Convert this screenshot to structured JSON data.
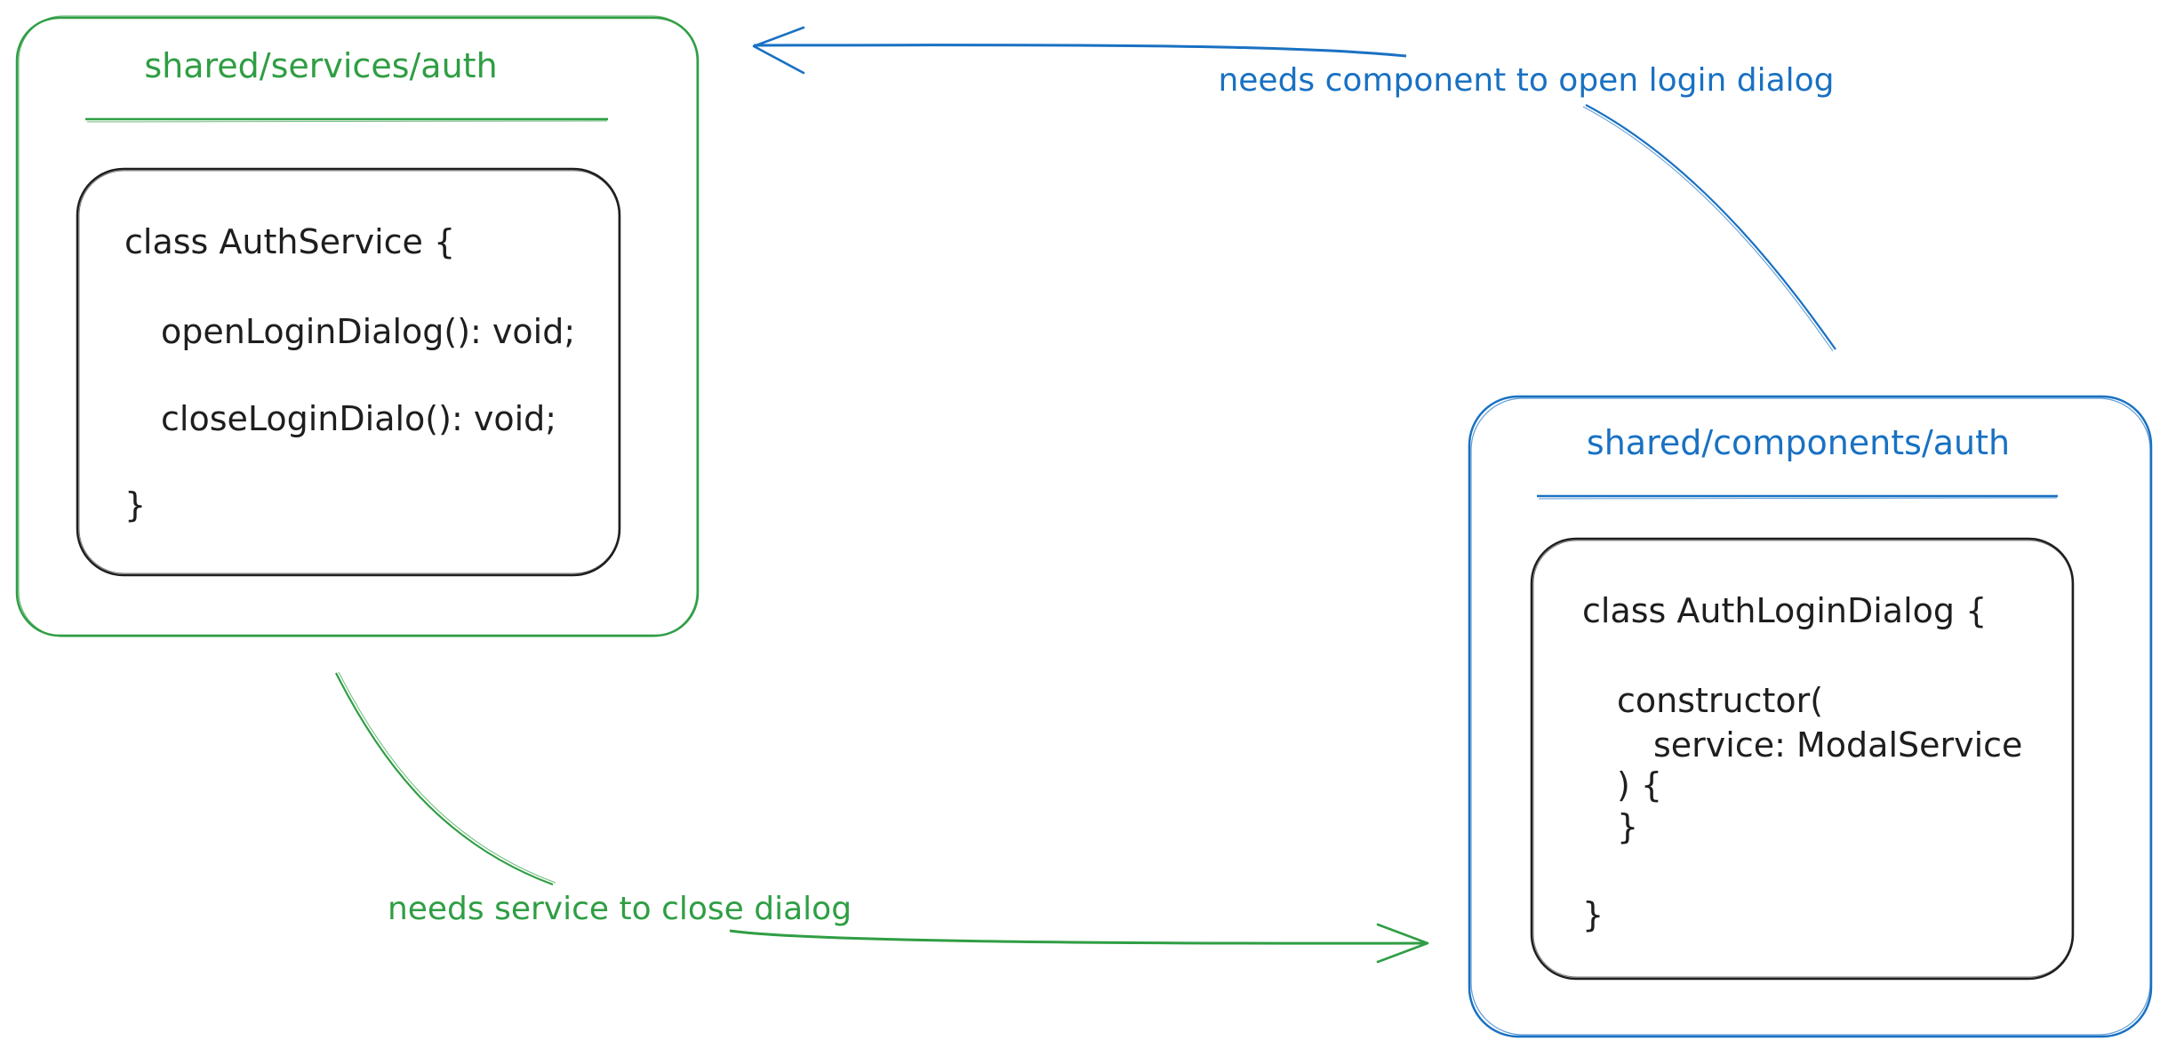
{
  "colors": {
    "green": "#2f9e44",
    "blue": "#1971c2",
    "ink": "#1e1e1e",
    "background": "#ffffff"
  },
  "service_module": {
    "title": "shared/services/auth",
    "code_lines": [
      "class AuthService {",
      "openLoginDialog(): void;",
      "closeLoginDialo(): void;",
      "}"
    ]
  },
  "component_module": {
    "title": "shared/components/auth",
    "code_lines": [
      "class AuthLoginDialog {",
      "constructor(",
      "service: ModalService",
      ") {",
      "}",
      "}"
    ]
  },
  "arrows": {
    "component_to_service": {
      "label": "needs component to open login dialog",
      "icon": "arrow-left-icon"
    },
    "service_to_component": {
      "label": "needs service to close dialog",
      "icon": "arrow-right-icon"
    }
  }
}
